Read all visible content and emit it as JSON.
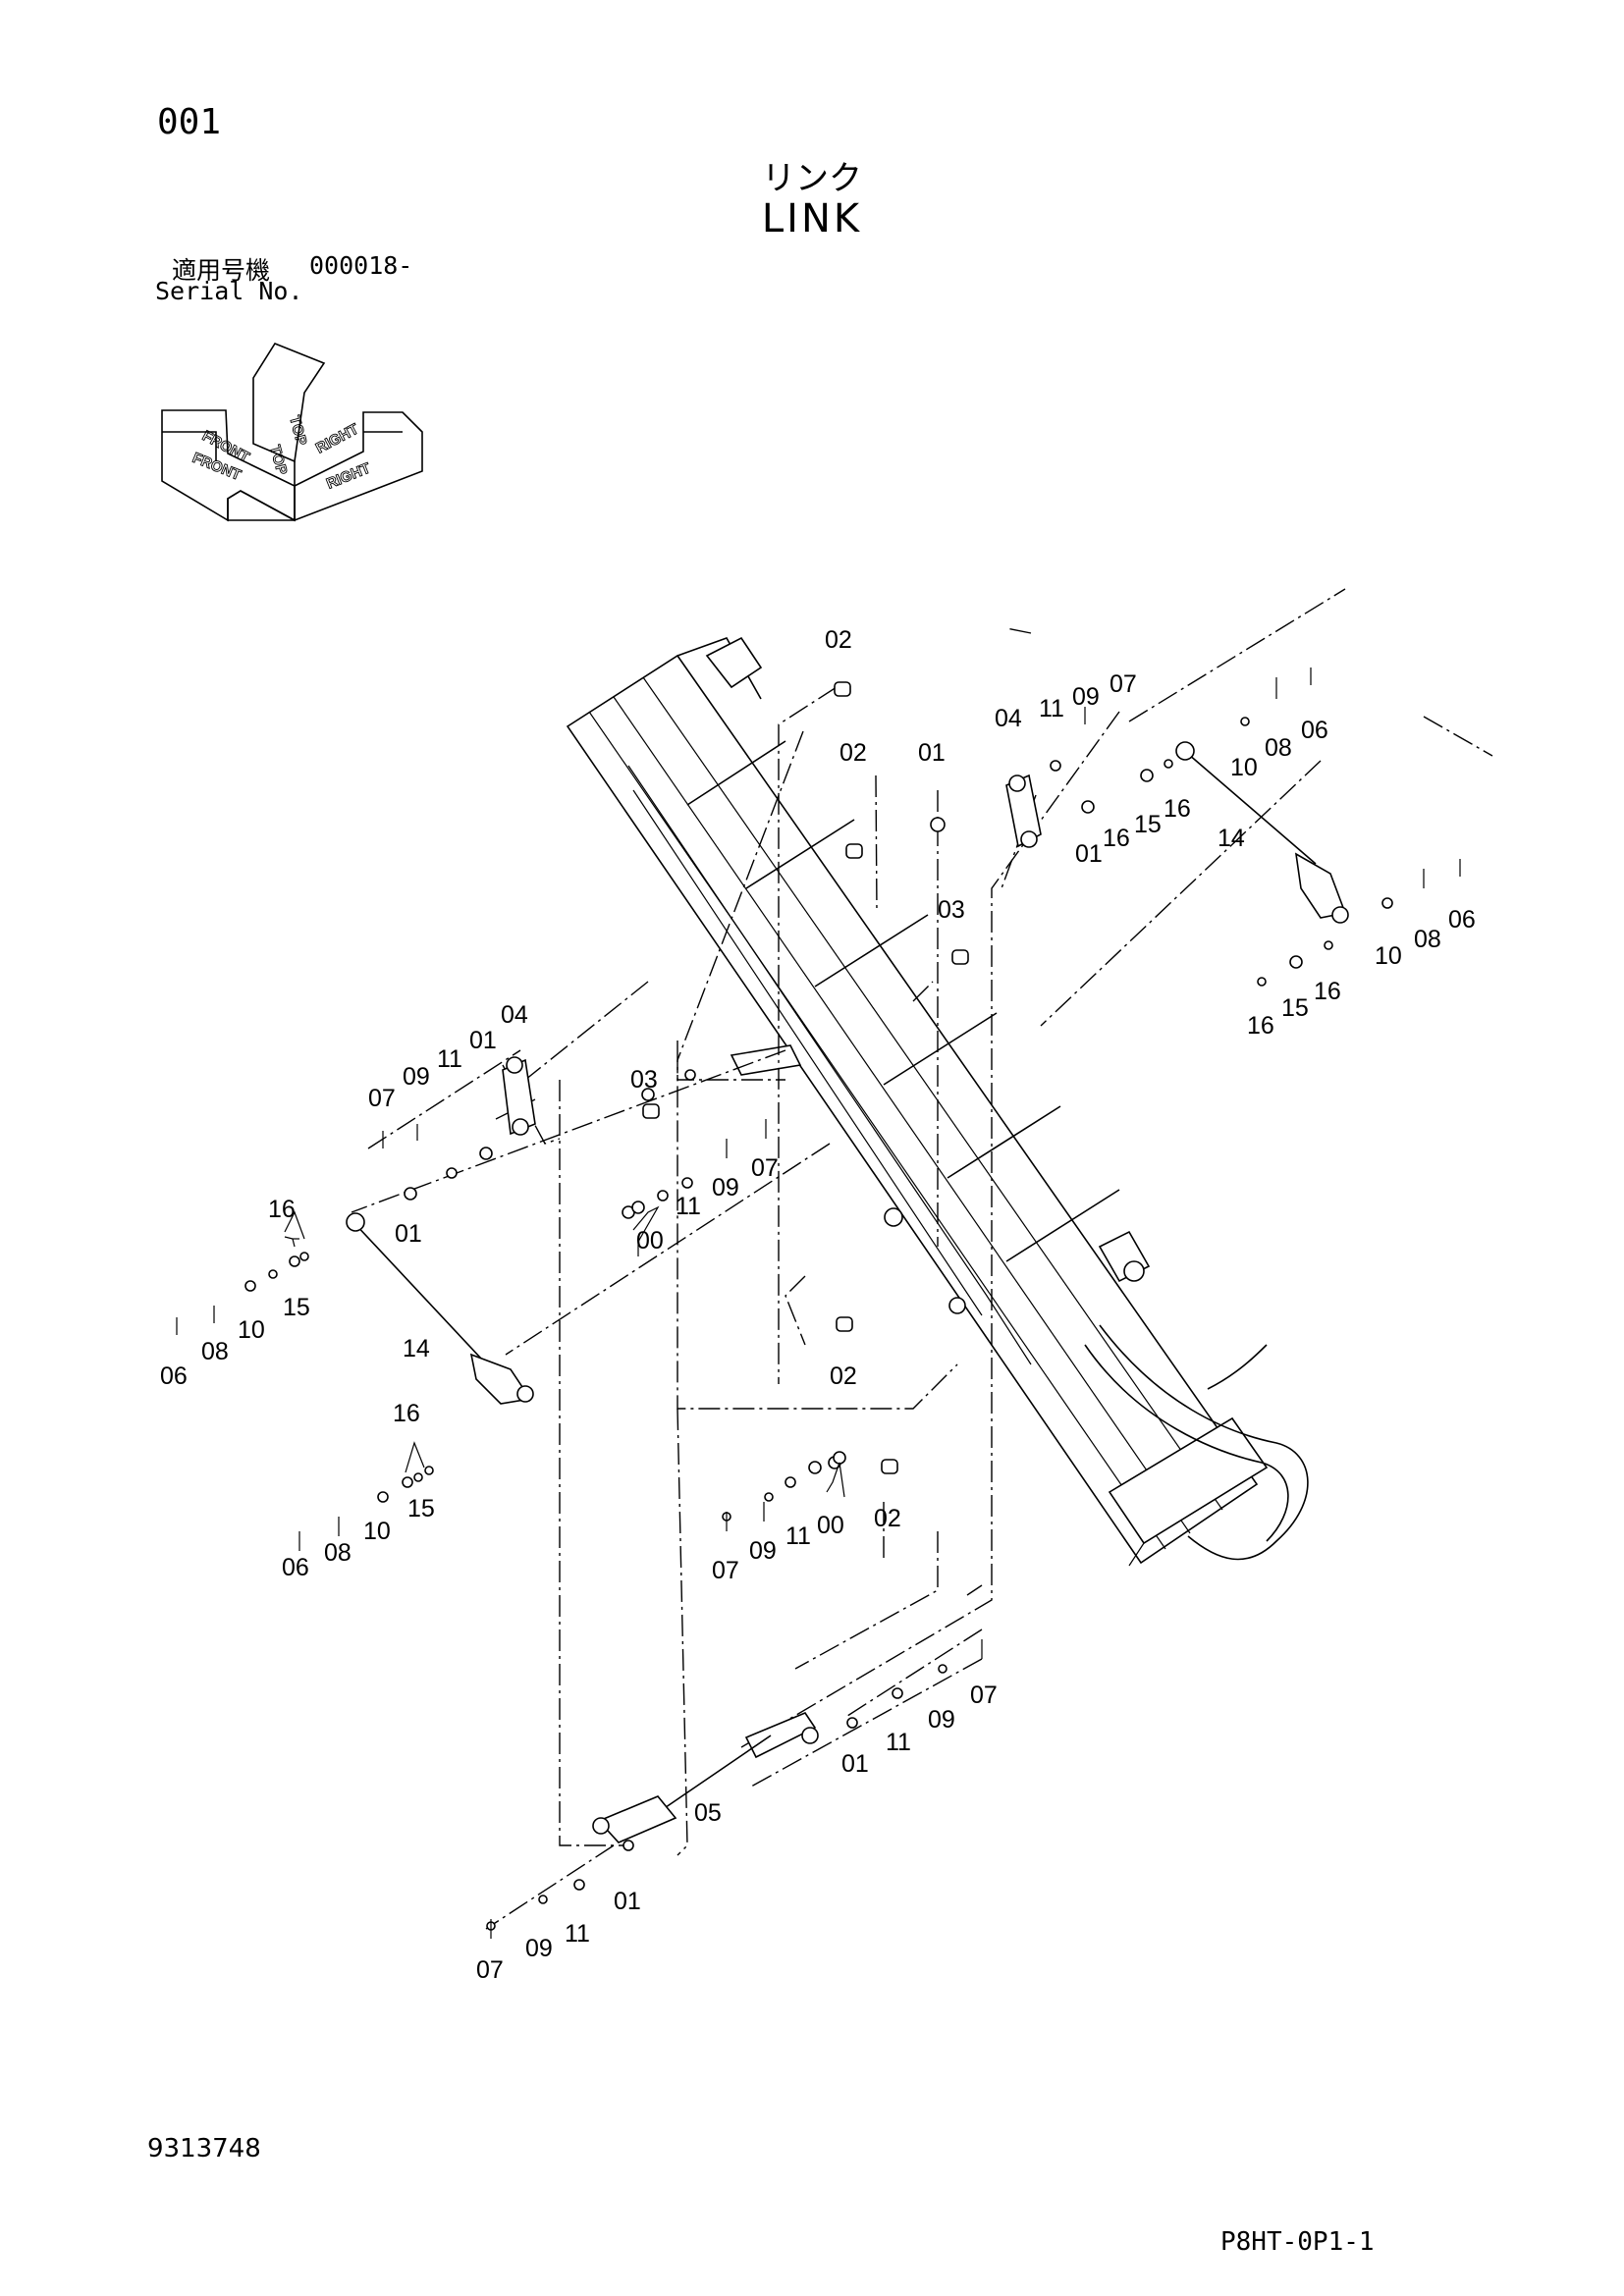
{
  "header": {
    "page_number": "001",
    "title_jp": "リンク",
    "title_en": "LINK",
    "serial_label_jp": "適用号機",
    "serial_range": "000018-",
    "serial_label_en": "Serial No."
  },
  "orientation": {
    "top": "TOP",
    "front": "FRONT",
    "right": "RIGHT"
  },
  "callouts": {
    "c1": "02",
    "c2": "02",
    "c3": "01",
    "c4": "04",
    "c5": "11",
    "c6": "09",
    "c7": "07",
    "c8": "10",
    "c9": "08",
    "c10": "06",
    "c11": "01",
    "c12": "16",
    "c13": "15",
    "c14": "16",
    "c15": "14",
    "c16": "03",
    "c17": "10",
    "c18": "08",
    "c19": "06",
    "c20": "16",
    "c21": "15",
    "c22": "16",
    "c23": "07",
    "c24": "09",
    "c25": "11",
    "c26": "01",
    "c27": "04",
    "c28": "03",
    "c29": "00",
    "c30": "11",
    "c31": "09",
    "c32": "07",
    "c33": "01",
    "c34": "16",
    "c35": "15",
    "c36": "10",
    "c37": "08",
    "c38": "06",
    "c39": "14",
    "c40": "02",
    "c41": "16",
    "c42": "15",
    "c43": "10",
    "c44": "08",
    "c45": "06",
    "c46": "07",
    "c47": "09",
    "c48": "11",
    "c49": "00",
    "c50": "02",
    "c51": "07",
    "c52": "09",
    "c53": "11",
    "c54": "01",
    "c55": "05",
    "c56": "01",
    "c57": "07",
    "c58": "09",
    "c59": "11"
  },
  "footer": {
    "doc_number": "9313748",
    "page_code": "P8HT-0P1-1"
  }
}
